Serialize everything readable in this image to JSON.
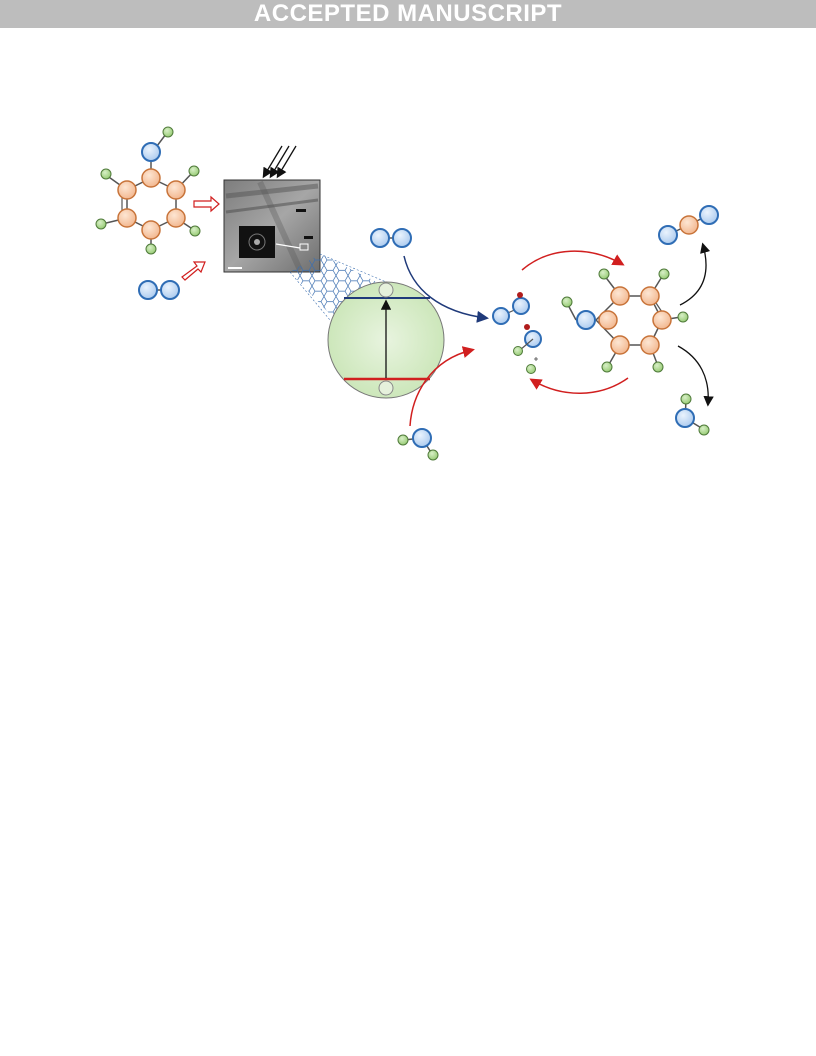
{
  "header": {
    "banner": "ACCEPTED MANUSCRIPT"
  },
  "colors": {
    "carbon_fill": "#f7c9a8",
    "carbon_stroke": "#c8743a",
    "oxygen_fill": "#c6dbf3",
    "oxygen_stroke": "#2f6db5",
    "hydrogen_fill": "#a8d48a",
    "hydrogen_stroke": "#4f7a3a",
    "radical": "#b01c1c",
    "band_circle": "#cfe7bf",
    "red_arrow": "#d11f1f",
    "navy_arrow": "#1f3a7a"
  },
  "scheme": {
    "molecules": [
      "phenol-reactant",
      "oxygen-molecule",
      "water-molecule",
      "phenol-intermediate",
      "co-product",
      "water-product"
    ],
    "icons": [
      "light-arrows-icon",
      "tem-image",
      "graphene-lattice-icon",
      "band-gap-icon",
      "radicals-icon"
    ]
  }
}
